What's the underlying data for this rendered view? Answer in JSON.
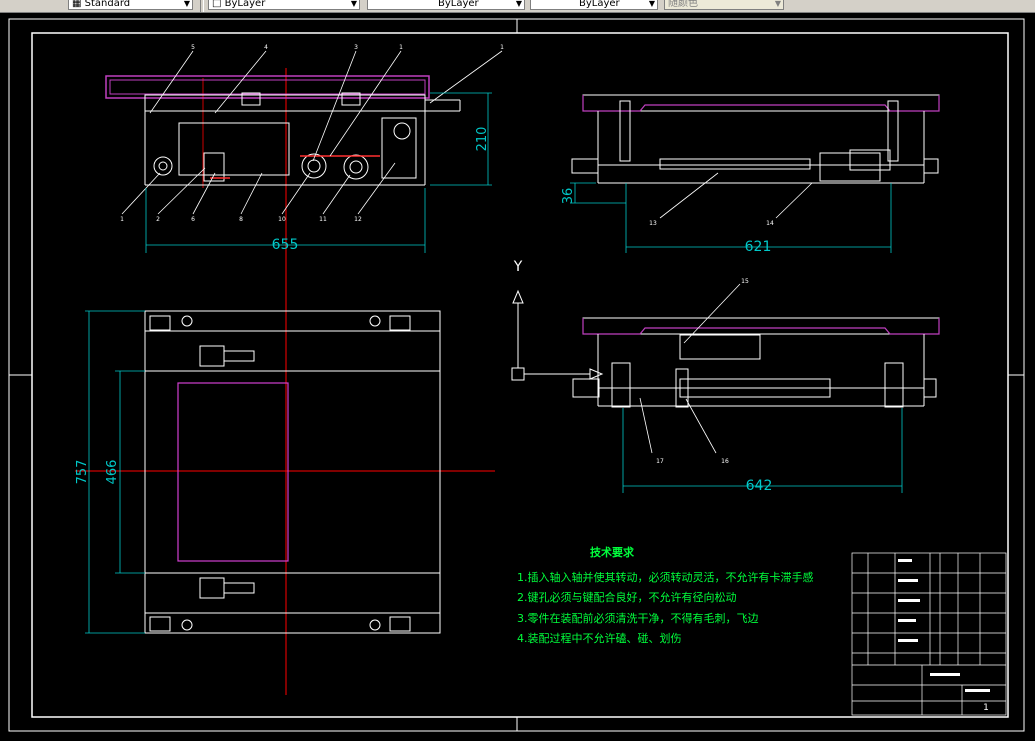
{
  "toolbar": {
    "text_style": "Standard",
    "layer_color": "ByLayer",
    "linetype": "ByLayer",
    "lineweight": "ByLayer",
    "plot_style": "随颜色"
  },
  "dimensions": {
    "top_width": "655",
    "top_height": "210",
    "right_top_width": "621",
    "right_top_height": "36",
    "right_mid_width": "642",
    "plan_height_outer": "757",
    "plan_height_inner": "466"
  },
  "axis": {
    "y_label": "Y"
  },
  "balloons": [
    "5",
    "4",
    "3",
    "1",
    "1",
    "1",
    "2",
    "6",
    "8",
    "10",
    "11",
    "12",
    "13",
    "14",
    "15",
    "17",
    "16"
  ],
  "tech_requirements": {
    "title": "技术要求",
    "items": [
      "1.插入轴入轴并使其转动，必须转动灵活，不允许有卡滞手感",
      "2.键孔必须与键配合良好，不允许有径向松动",
      "3.零件在装配前必须清洗干净，不得有毛刺，飞边",
      "4.装配过程中不允许磕、碰、划伤"
    ]
  },
  "title_block": {
    "sheet_number": "1"
  }
}
